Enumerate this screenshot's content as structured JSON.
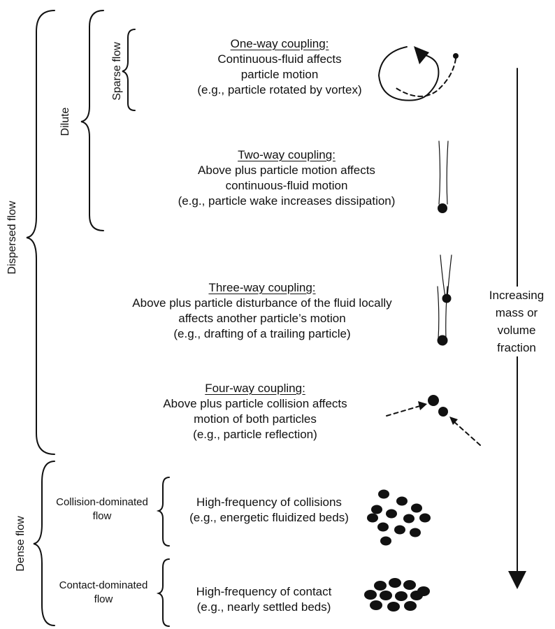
{
  "labels": {
    "dispersed": "Dispersed flow",
    "dilute": "Dilute",
    "sparse": "Sparse flow",
    "dense": "Dense flow",
    "collision_dominated": [
      "Collision-dominated",
      "flow"
    ],
    "contact_dominated": [
      "Contact-dominated",
      "flow"
    ],
    "arrow_label": [
      "Increasing",
      "mass or",
      "volume",
      "fraction"
    ]
  },
  "couplings": [
    {
      "heading": "One-way coupling:",
      "lines": [
        "Continuous-fluid affects",
        "particle motion",
        "(e.g., particle rotated by vortex)"
      ]
    },
    {
      "heading": "Two-way coupling:",
      "lines": [
        "Above plus particle motion affects",
        "continuous-fluid motion",
        "(e.g., particle wake increases dissipation)"
      ]
    },
    {
      "heading": "Three-way coupling:",
      "lines": [
        "Above plus particle disturbance of the fluid locally",
        "affects another particle’s motion",
        "(e.g., drafting of a trailing particle)"
      ]
    },
    {
      "heading": "Four-way coupling:",
      "lines": [
        "Above plus particle collision affects",
        "motion of both particles",
        "(e.g., particle reflection)"
      ]
    }
  ],
  "dense_items": [
    {
      "lines": [
        "High-frequency of collisions",
        "(e.g., energetic fluidized beds)"
      ]
    },
    {
      "lines": [
        "High-frequency of contact",
        "(e.g., nearly settled beds)"
      ]
    }
  ]
}
